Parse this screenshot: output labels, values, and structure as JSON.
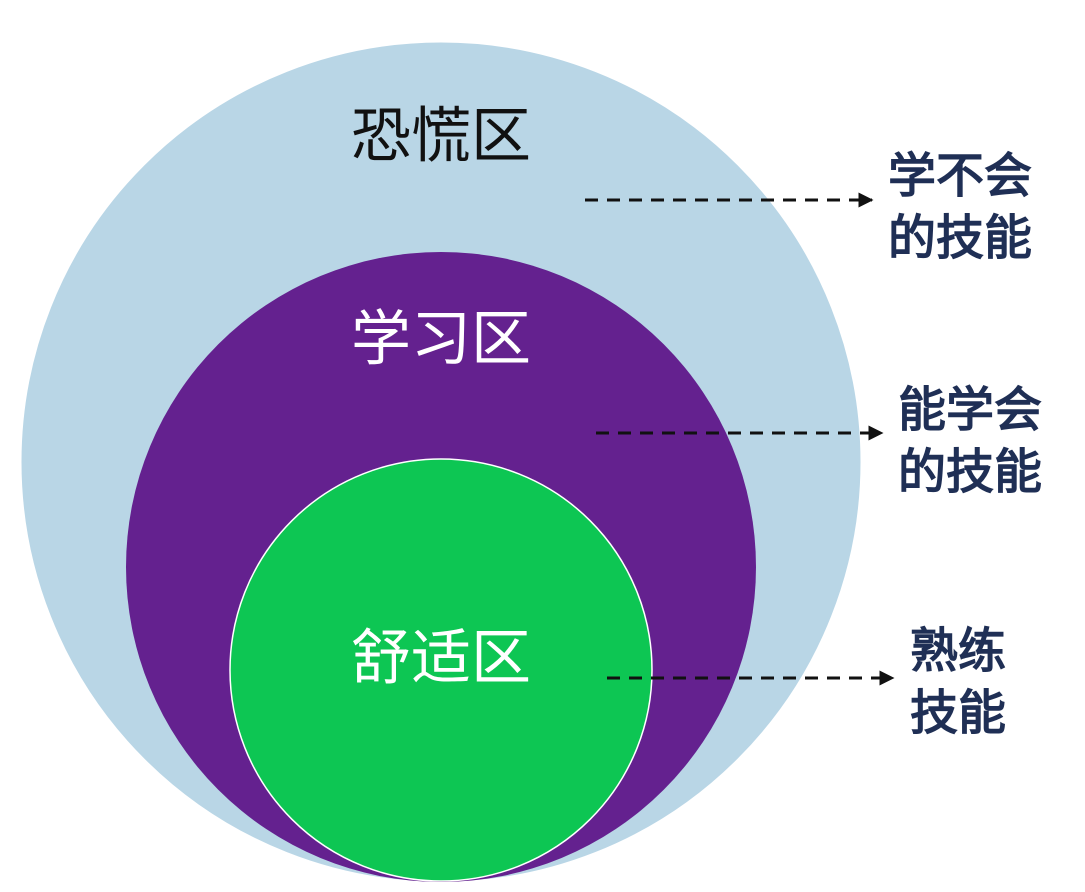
{
  "colors": {
    "panic_fill": "#b9d6e6",
    "panic_stroke": "#ffffff",
    "learning_fill": "#64218f",
    "comfort_fill": "#0dc653",
    "panic_text": "#111111",
    "inner_text": "#ffffff",
    "note_text": "#1f2f55",
    "arrow": "#111111"
  },
  "zones": {
    "panic": {
      "label": "恐慌区"
    },
    "learning": {
      "label": "学习区"
    },
    "comfort": {
      "label": "舒适区"
    }
  },
  "notes": {
    "panic": {
      "line1": "学不会",
      "line2": "的技能"
    },
    "learning": {
      "line1": "能学会",
      "line2": "的技能"
    },
    "comfort": {
      "line1": "熟练",
      "line2": "技能"
    }
  }
}
